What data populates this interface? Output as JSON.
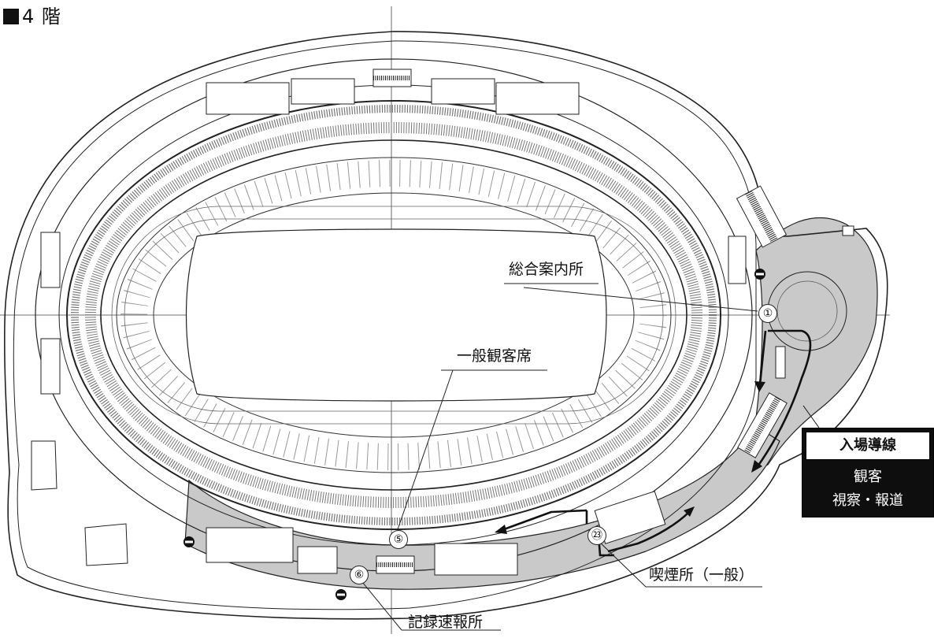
{
  "floor": {
    "title": "4 階"
  },
  "labels": {
    "general_info": "総合案内所",
    "general_seats": "一般観客席",
    "smoking_area": "喫煙所（一般）",
    "record_office": "記録速報所"
  },
  "markers": [
    {
      "id": "info-desk",
      "number": "①"
    },
    {
      "id": "general-seats",
      "number": "⑤"
    },
    {
      "id": "record-office",
      "number": "⑥"
    },
    {
      "id": "smoking-area",
      "number": "㉓"
    }
  ],
  "legend": {
    "heading": "入場導線",
    "lines": [
      "観客",
      "視察・報道"
    ]
  },
  "colors": {
    "concourse": "#c9c9c9",
    "lines": "#1a1a1a",
    "legend_bg": "#0e0e0e"
  }
}
